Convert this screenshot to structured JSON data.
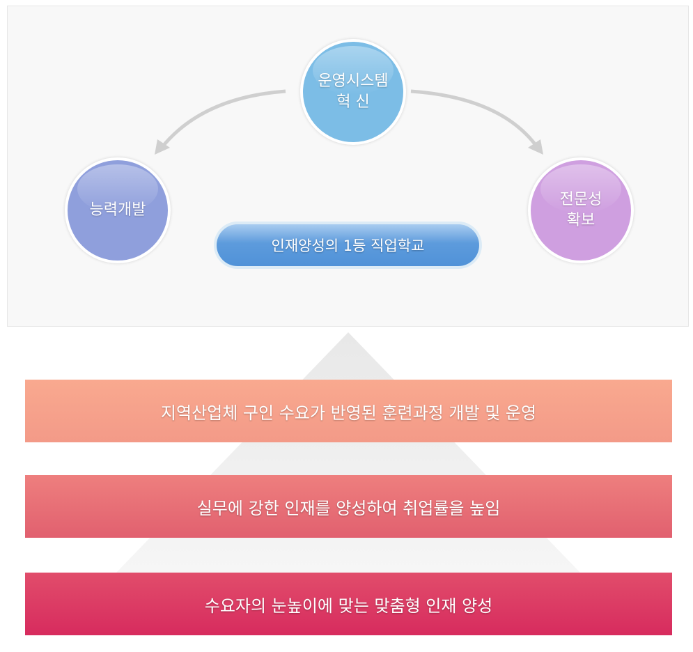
{
  "cycle": {
    "top": {
      "line1": "운영시스템",
      "line2": "혁 신"
    },
    "left": {
      "line1": "능력개발"
    },
    "right": {
      "line1": "전문성",
      "line2": "확보"
    },
    "center_label": "인재양성의 1등 직업학교"
  },
  "pyramid": {
    "levels": [
      {
        "text": "지역산업체 구인 수요가 반영된 훈련과정 개발 및 운영",
        "color": "#f6a28c"
      },
      {
        "text": "실무에 강한 인재를 양성하여 취업률을 높임",
        "color": "#e86e76"
      },
      {
        "text": "수요자의 눈높이에 맞는 맞춤형 인재 양성",
        "color": "#dc3b64"
      }
    ]
  }
}
